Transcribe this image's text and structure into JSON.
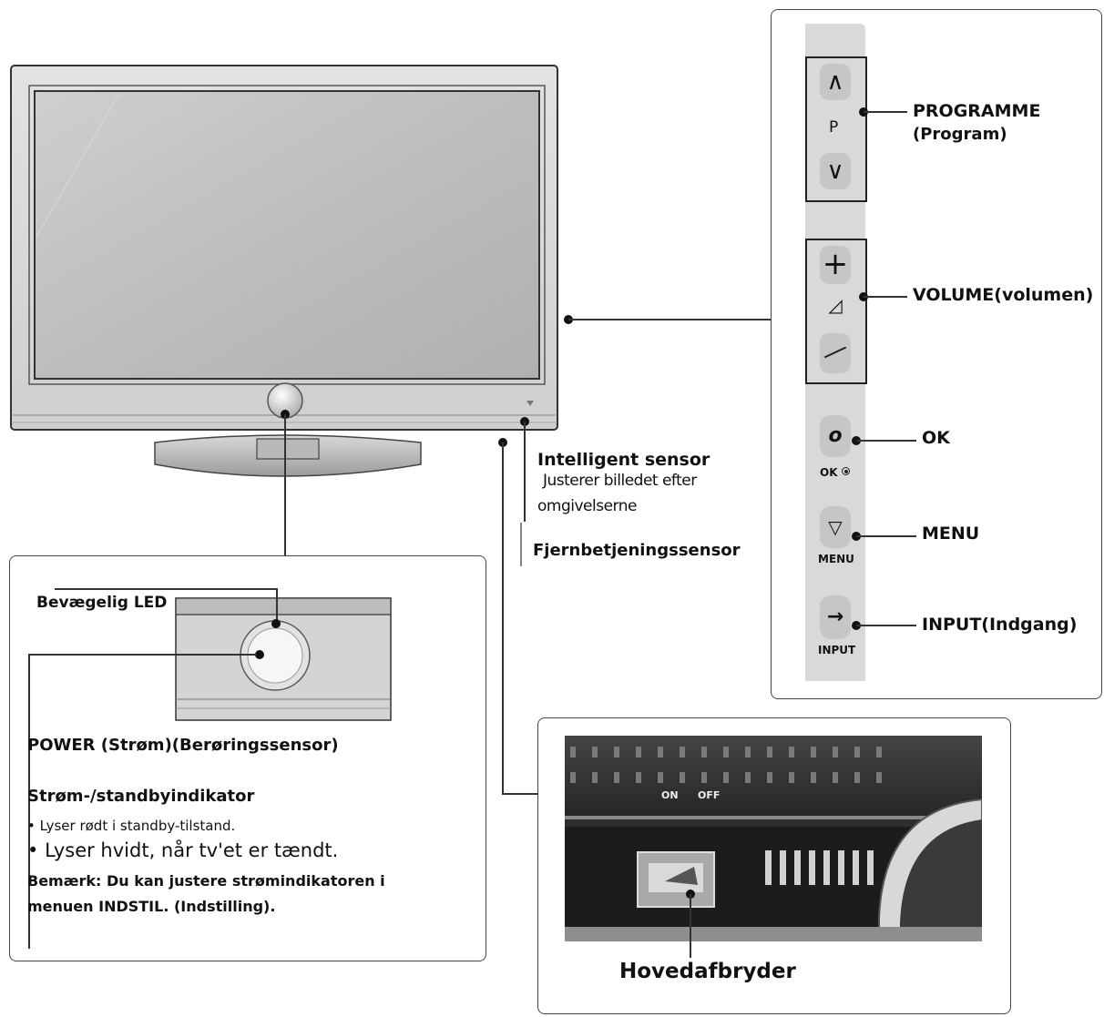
{
  "controls": {
    "programme": "PROGRAMME",
    "programme_sub": "(Program)",
    "volume": "VOLUME(volumen)",
    "ok": "OK",
    "menu": "MENU",
    "input": "INPUT(Indgang)",
    "btn_p": "P",
    "btn_ok": "OK",
    "btn_menu": "MENU",
    "btn_input": "INPUT"
  },
  "sensors": {
    "intelligent_title": "Intelligent sensor",
    "intelligent_line1": "Justerer billedet efter",
    "intelligent_line2": "omgivelserne",
    "remote": "Fjernbetjeningssensor"
  },
  "power_box": {
    "led": "Bevægelig LED",
    "power": "POWER (Strøm)(Berøringssensor)",
    "indicator_title": "Strøm-/standbyindikator",
    "bullet1": "Lyser rødt i standby-tilstand.",
    "bullet2": "Lyser hvidt, når tv'et er tændt.",
    "note_line1": "Bemærk: Du kan justere strømindikatoren i",
    "note_line2": "menuen INDSTIL. (Indstilling)."
  },
  "switch_box": {
    "on": "ON",
    "off": "OFF",
    "main_switch": "Hovedafbryder"
  }
}
